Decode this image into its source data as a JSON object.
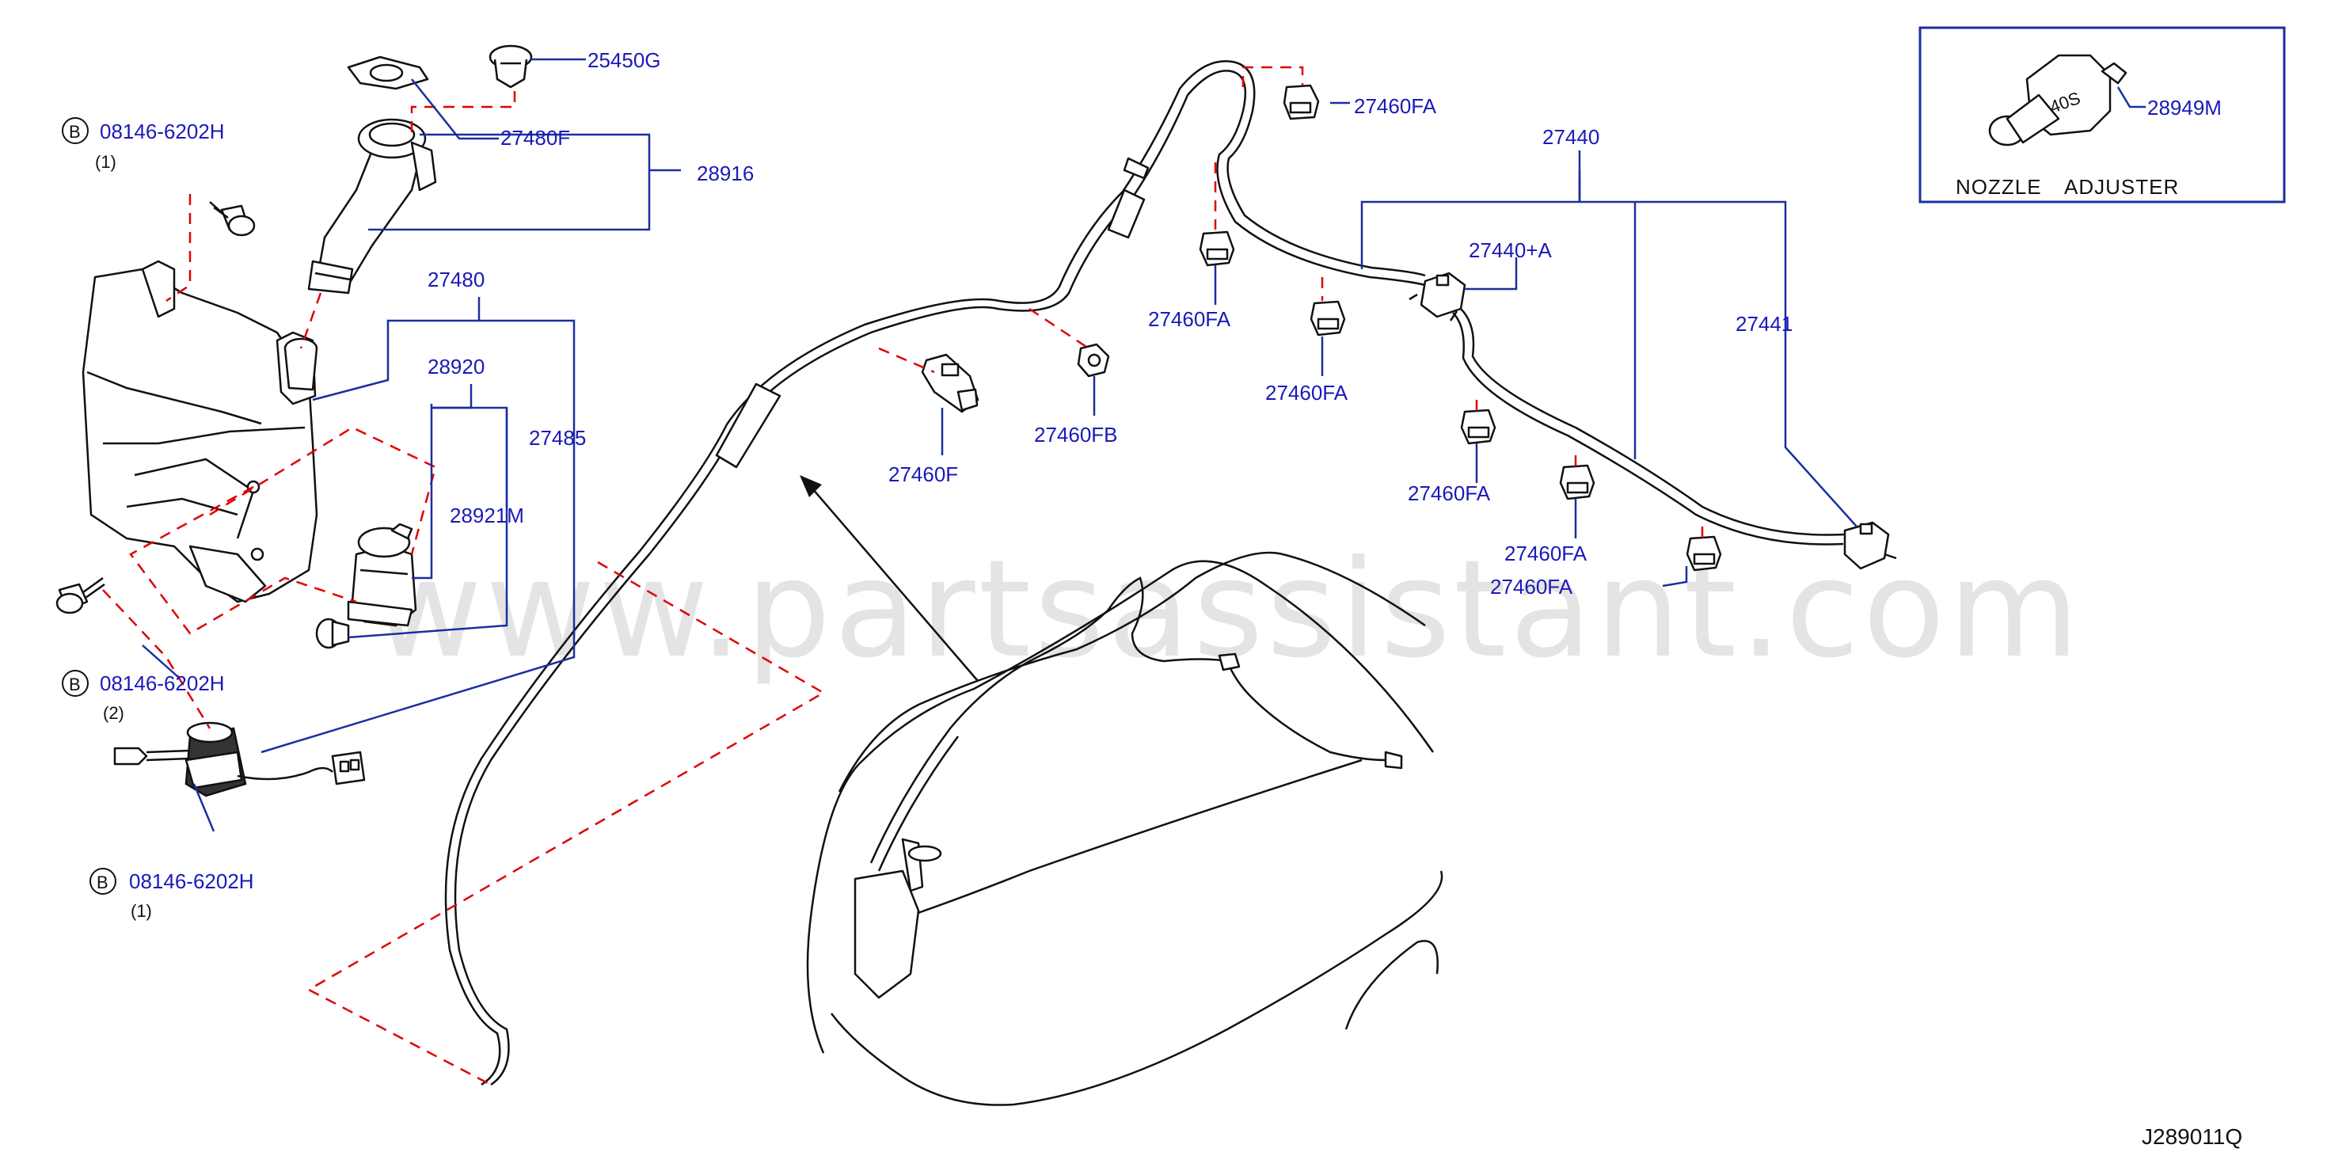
{
  "parts": {
    "p25450G": "25450G",
    "p27480F": "27480F",
    "p28916": "28916",
    "p27480": "27480",
    "p28920": "28920",
    "p27485": "27485",
    "p28921M": "28921M",
    "p27460F": "27460F",
    "p27460FB": "27460FB",
    "p27460FA": "27460FA",
    "p27440": "27440",
    "p27440A": "27440+A",
    "p27441": "27441",
    "p28949M": "28949M"
  },
  "bolts": {
    "bolt_code": "08146-6202H",
    "qty_1": "(1)",
    "qty_2": "(2)",
    "circle_letter": "B"
  },
  "inset": {
    "caption_nozzle": "NOZZLE",
    "caption_adjuster": "ADJUSTER"
  },
  "diagram_code": "J289011Q",
  "watermark": "www.partsassistant.com",
  "colors": {
    "label_blue": "#1a1ab8",
    "leader_blue": "#1a2fa0",
    "dashed_red": "#e00000",
    "line_black": "#111111"
  }
}
